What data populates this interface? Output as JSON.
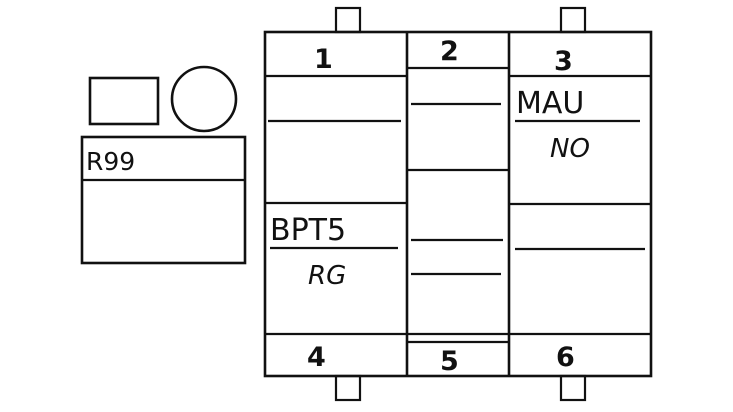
{
  "relay_box": {
    "label": "R99"
  },
  "fuse_block": {
    "positions": [
      "1",
      "2",
      "3",
      "4",
      "5",
      "6"
    ],
    "left_relay": {
      "name": "BPT5",
      "code": "RG"
    },
    "right_relay": {
      "name": "MAU",
      "code": "NO"
    }
  }
}
